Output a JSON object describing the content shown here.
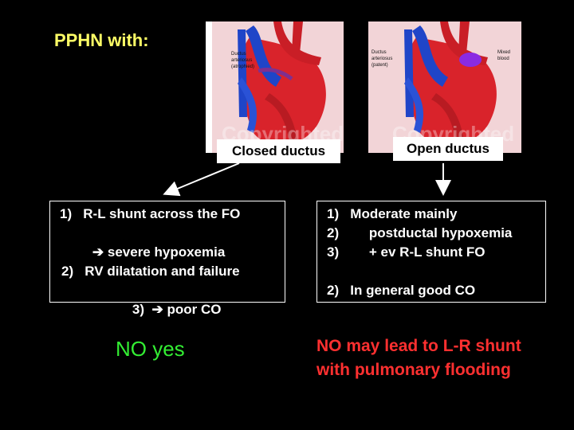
{
  "slide": {
    "title": "PPHN with:",
    "images": {
      "closed": {
        "caption": "Closed ductus",
        "annotation_line1": "Ductus",
        "annotation_line2": "arteriosus",
        "annotation_line3": "(atrophied)",
        "watermark": "Copyrighted"
      },
      "open": {
        "caption": "Open ductus",
        "annotation_line1": "Ductus",
        "annotation_line2": "arteriosus",
        "annotation_line3": "(patent)",
        "annotation_right1": "Mixed",
        "annotation_right2": "blood",
        "watermark": "Copyrighted"
      }
    },
    "left_box": {
      "line1": "1)   R-L shunt across the FO",
      "line2": "severe hypoxemia",
      "line3": "2)   RV dilatation and failure",
      "line4": "3)",
      "line5": "poor CO"
    },
    "right_box": {
      "line1": "1)   Moderate mainly",
      "line2": "2)        postductal hypoxemia",
      "line3": "3)        + ev R-L shunt FO",
      "line4": "2)   In general good CO"
    },
    "left_note": "NO yes",
    "right_note_line1": "NO may lead to L-R shunt",
    "right_note_line2": "with pulmonary flooding",
    "colors": {
      "title": "#ffff66",
      "green_note": "#33ee33",
      "red_note": "#ff3030",
      "background": "#000000"
    },
    "icons": [
      "arrow-right-icon",
      "arrow-down-icon",
      "arrow-down-left-icon"
    ]
  }
}
